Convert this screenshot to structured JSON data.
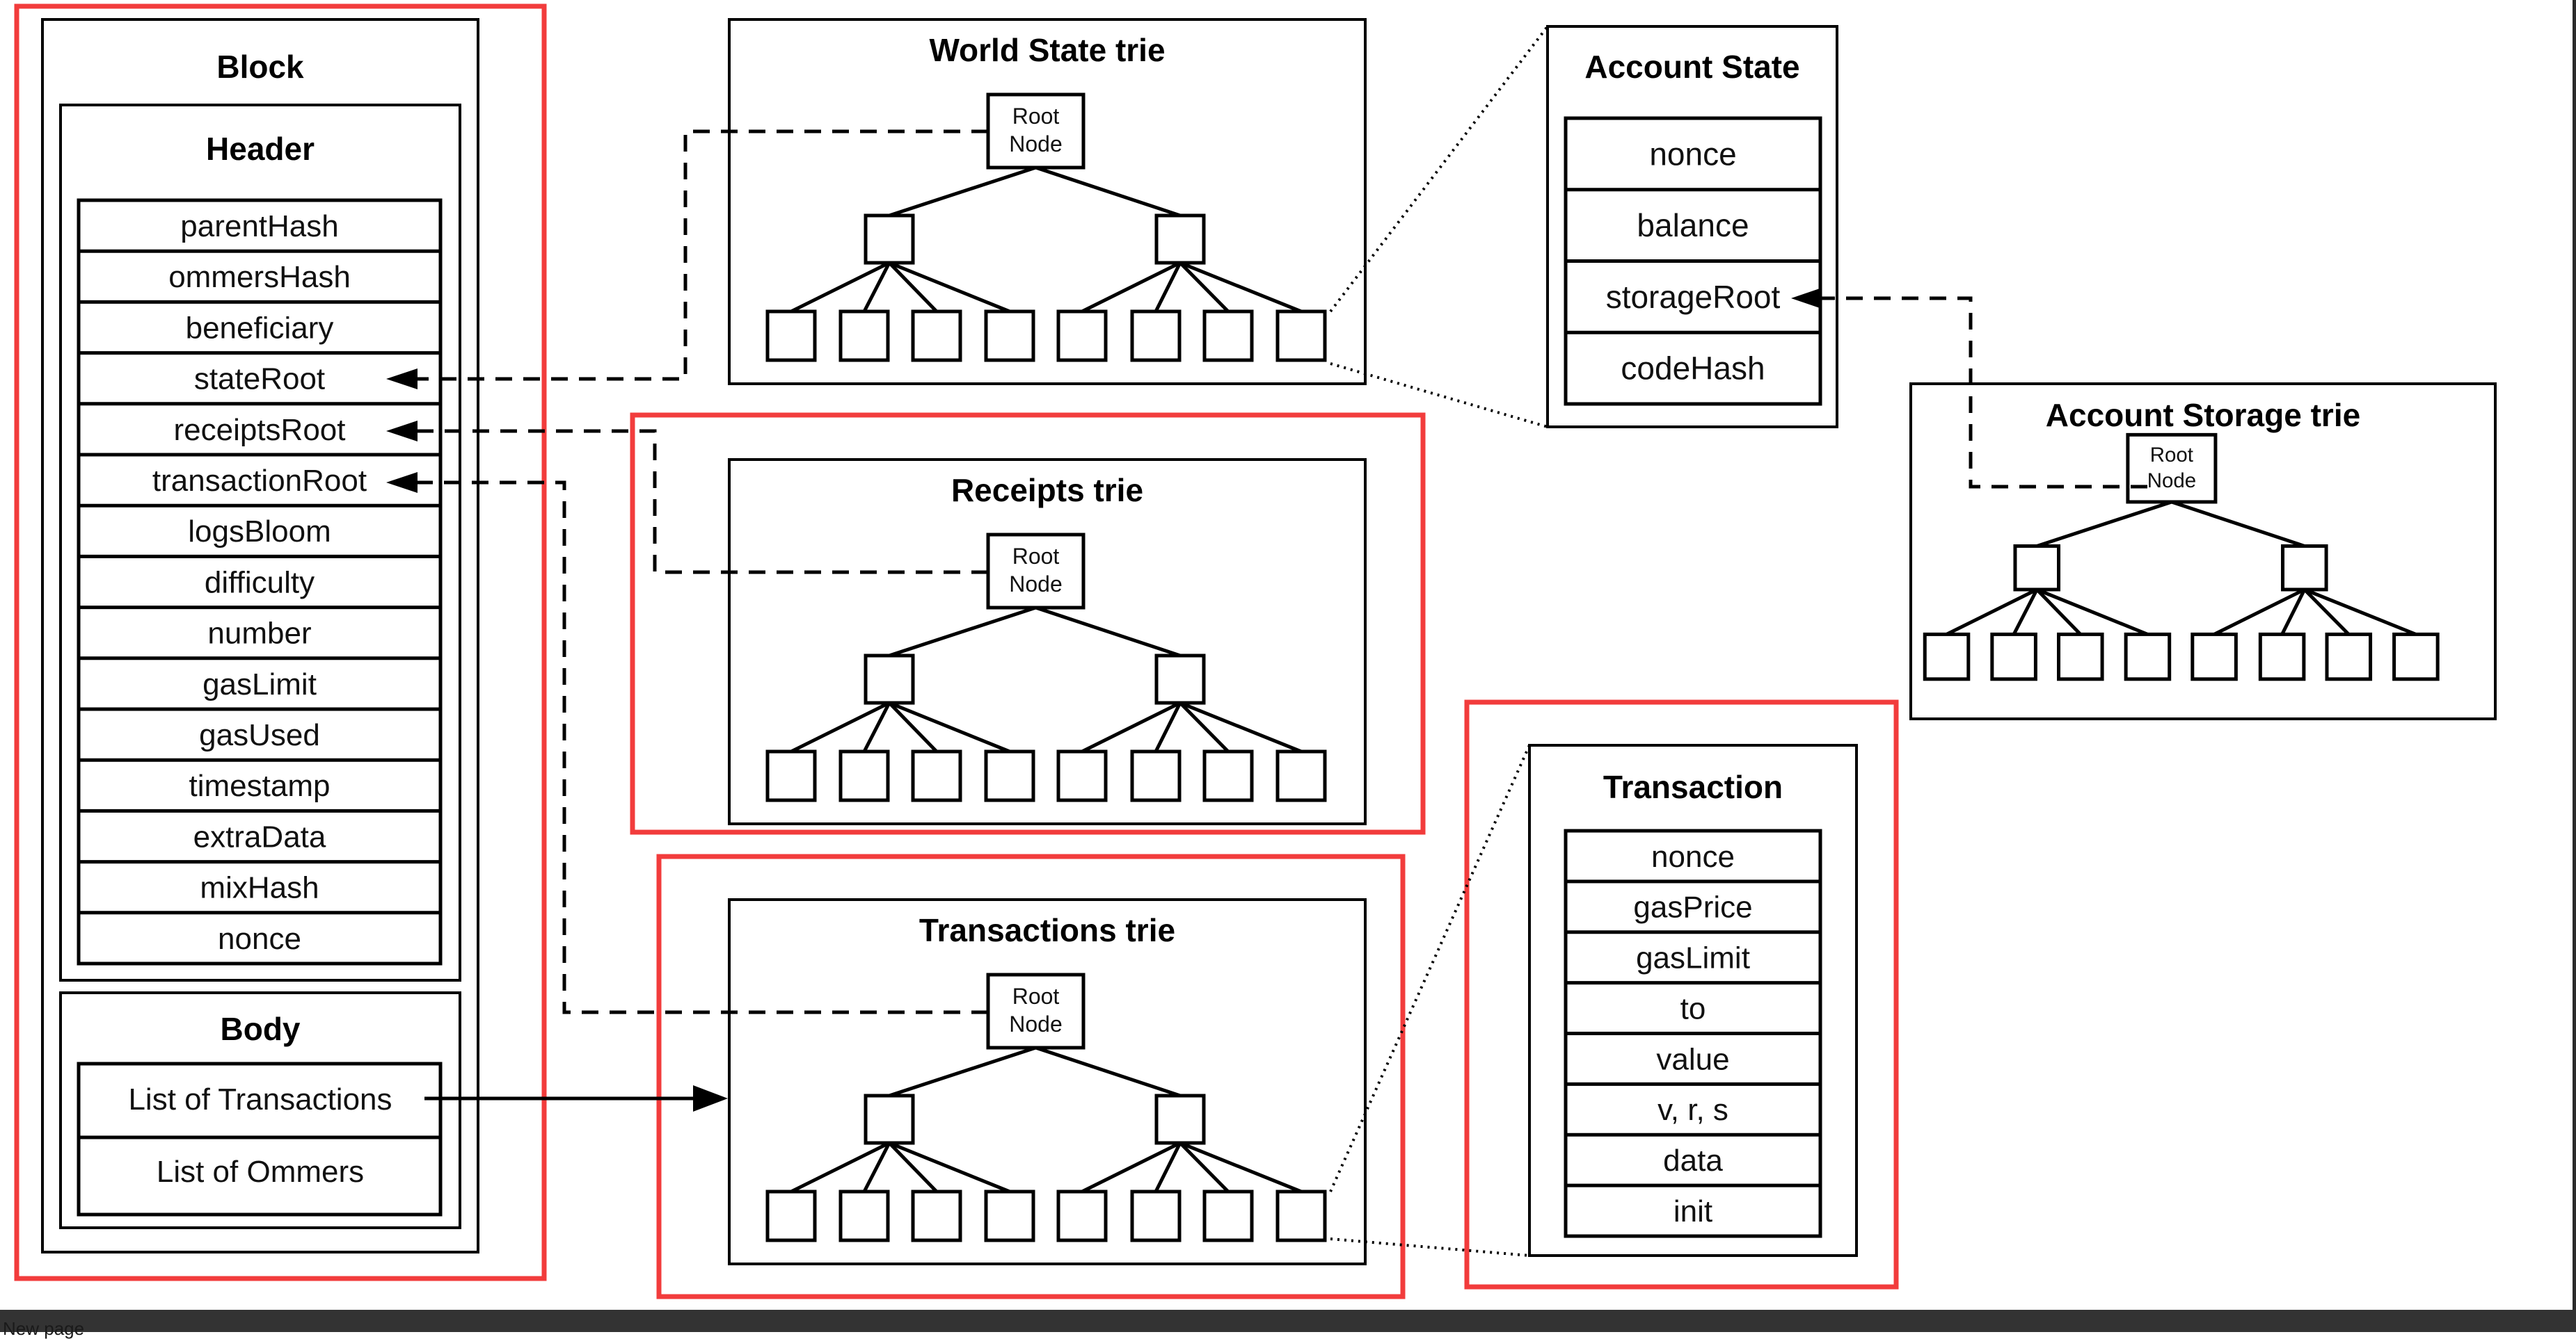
{
  "block": {
    "title": "Block",
    "header": {
      "title": "Header",
      "fields": [
        "parentHash",
        "ommersHash",
        "beneficiary",
        "stateRoot",
        "receiptsRoot",
        "transactionRoot",
        "logsBloom",
        "difficulty",
        "number",
        "gasLimit",
        "gasUsed",
        "timestamp",
        "extraData",
        "mixHash",
        "nonce"
      ]
    },
    "body": {
      "title": "Body",
      "fields": [
        "List of Transactions",
        "List of Ommers"
      ]
    }
  },
  "tries": {
    "world_state": {
      "title": "World State trie",
      "root_label": [
        "Root",
        "Node"
      ]
    },
    "receipts": {
      "title": "Receipts trie",
      "root_label": [
        "Root",
        "Node"
      ]
    },
    "transactions": {
      "title": "Transactions trie",
      "root_label": [
        "Root",
        "Node"
      ]
    },
    "account_storage": {
      "title": "Account Storage trie",
      "root_label": [
        "Root",
        "Node"
      ]
    }
  },
  "account_state": {
    "title": "Account State",
    "fields": [
      "nonce",
      "balance",
      "storageRoot",
      "codeHash"
    ]
  },
  "transaction": {
    "title": "Transaction",
    "fields": [
      "nonce",
      "gasPrice",
      "gasLimit",
      "to",
      "value",
      "v, r, s",
      "data",
      "init"
    ]
  },
  "colors": {
    "highlight": "#f23c3c",
    "status_bar": "#333333"
  },
  "status_bar": {
    "label": "New page"
  }
}
